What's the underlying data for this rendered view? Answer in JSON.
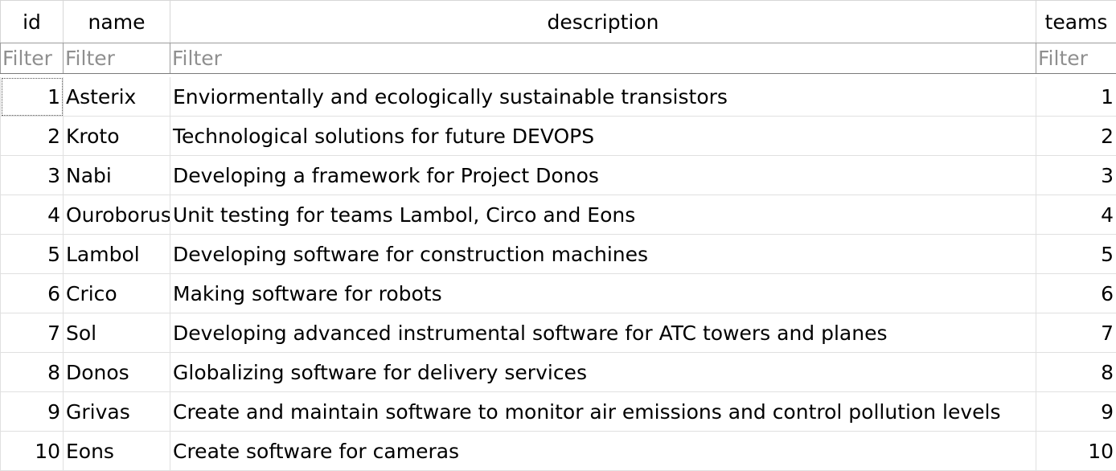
{
  "columns": [
    {
      "key": "id",
      "label": "id",
      "filter_placeholder": "Filter"
    },
    {
      "key": "name",
      "label": "name",
      "filter_placeholder": "Filter"
    },
    {
      "key": "description",
      "label": "description",
      "filter_placeholder": "Filter"
    },
    {
      "key": "teams",
      "label": "teams",
      "filter_placeholder": "Filter"
    }
  ],
  "rows": [
    {
      "id": "1",
      "name": "Asterix",
      "description": "Enviormentally and ecologically sustainable transistors",
      "teams": "1"
    },
    {
      "id": "2",
      "name": "Kroto",
      "description": "Technological solutions for future DEVOPS",
      "teams": "2"
    },
    {
      "id": "3",
      "name": "Nabi",
      "description": "Developing a framework for Project Donos",
      "teams": "3"
    },
    {
      "id": "4",
      "name": "Ouroborus",
      "description": "Unit testing for teams Lambol, Circo and Eons",
      "teams": "4"
    },
    {
      "id": "5",
      "name": "Lambol",
      "description": "Developing software for construction machines",
      "teams": "5"
    },
    {
      "id": "6",
      "name": "Crico",
      "description": "Making software for robots",
      "teams": "6"
    },
    {
      "id": "7",
      "name": "Sol",
      "description": "Developing advanced instrumental software for ATC towers and planes",
      "teams": "7"
    },
    {
      "id": "8",
      "name": "Donos",
      "description": "Globalizing software for delivery services",
      "teams": "8"
    },
    {
      "id": "9",
      "name": "Grivas",
      "description": "Create and maintain software to monitor air emissions and control pollution levels",
      "teams": "9"
    },
    {
      "id": "10",
      "name": "Eons",
      "description": "Create software for cameras",
      "teams": "10"
    }
  ]
}
